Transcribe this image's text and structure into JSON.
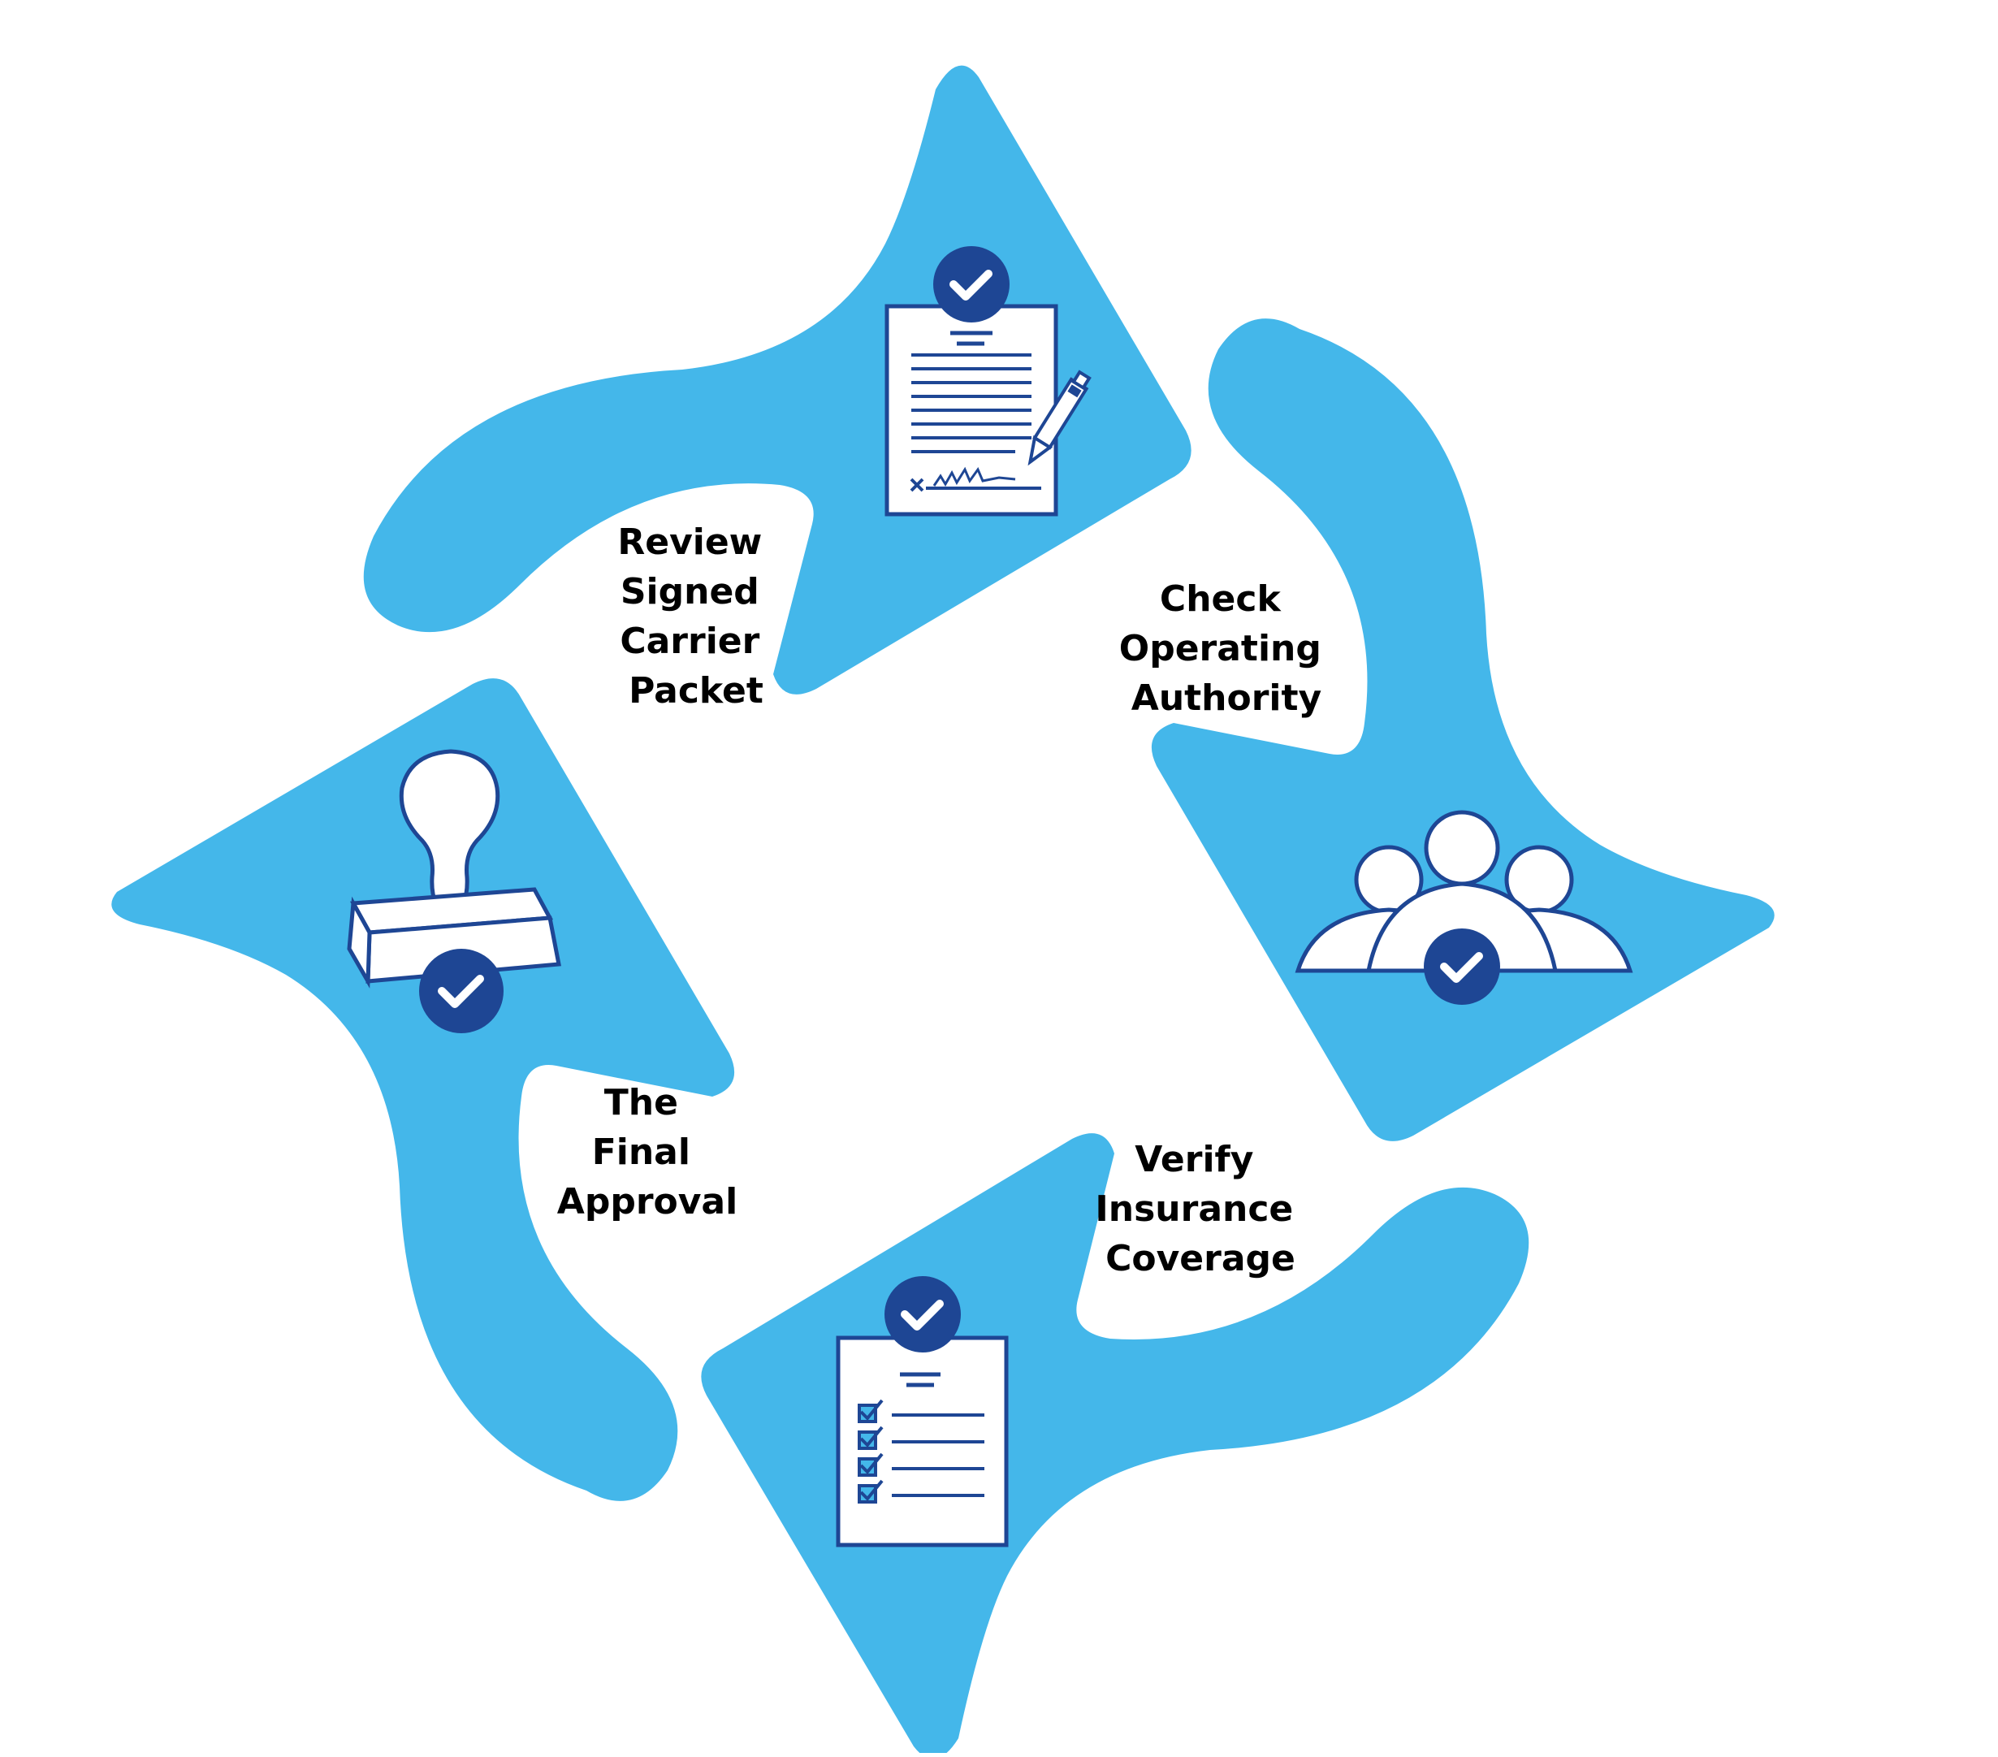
{
  "colors": {
    "background": "#ffffff",
    "arrow_fill": "#44b7ea",
    "icon_navy": "#1e4694",
    "icon_fill": "#ffffff",
    "label_text": "#000000"
  },
  "steps": [
    {
      "id": "review",
      "label_lines": [
        "Review",
        "Signed",
        "Carrier",
        "Packet"
      ],
      "icon": "signed-document-icon"
    },
    {
      "id": "authority",
      "label_lines": [
        "Check",
        "Operating",
        "Authority"
      ],
      "icon": "people-group-check-icon"
    },
    {
      "id": "insurance",
      "label_lines": [
        "Verify",
        "Insurance",
        "Coverage"
      ],
      "icon": "checklist-clipboard-icon"
    },
    {
      "id": "approval",
      "label_lines": [
        "The",
        "Final",
        "Approval"
      ],
      "icon": "rubber-stamp-icon"
    }
  ]
}
